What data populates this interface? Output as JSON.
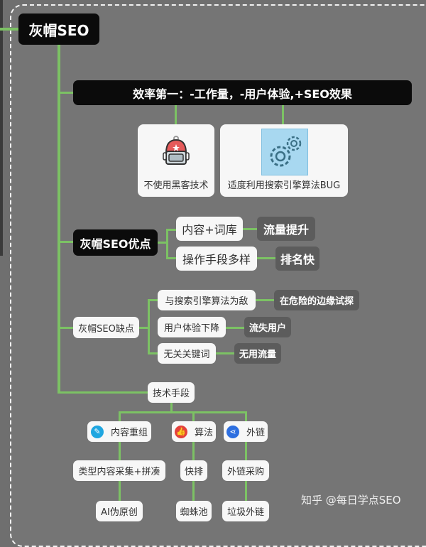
{
  "root": {
    "label": "灰帽SEO"
  },
  "principle": {
    "label": "效率第一：-工作量，-用户体验,+SEO效果"
  },
  "principle_cards": [
    {
      "label": "不使用黑客技术",
      "icon": "backpack-icon"
    },
    {
      "label": "适度利用搜索引擎算法BUG",
      "icon": "gears-icon"
    }
  ],
  "advantages": {
    "label": "灰帽SEO优点",
    "items": [
      {
        "label": "内容+词库",
        "result": "流量提升"
      },
      {
        "label": "操作手段多样",
        "result": "排名快"
      }
    ]
  },
  "disadvantages": {
    "label": "灰帽SEO缺点",
    "items": [
      {
        "label": "与搜索引擎算法为敌",
        "result": "在危险的边缘试探"
      },
      {
        "label": "用户体验下降",
        "result": "流失用户"
      },
      {
        "label": "无关关键词",
        "result": "无用流量"
      }
    ]
  },
  "techniques": {
    "label": "技术手段",
    "branches": [
      {
        "label": "内容重组",
        "icon": "pencil-icon",
        "icon_color": "#1fa6e0",
        "children": [
          "类型内容采集+拼凑",
          "AI伪原创"
        ]
      },
      {
        "label": "算法",
        "icon": "thumbs-up-icon",
        "icon_color": "#e4413b",
        "children": [
          "快排",
          "蜘蛛池"
        ]
      },
      {
        "label": "外链",
        "icon": "share-icon",
        "icon_color": "#2d6fe0",
        "children": [
          "外链采购",
          "垃圾外链"
        ]
      }
    ]
  },
  "colors": {
    "connector": "#7cc264",
    "background": "#757575",
    "dark_node": "#0b0b0b",
    "tag": "#5c5c5c"
  },
  "watermark": {
    "text": "知乎 @每日学点SEO"
  }
}
